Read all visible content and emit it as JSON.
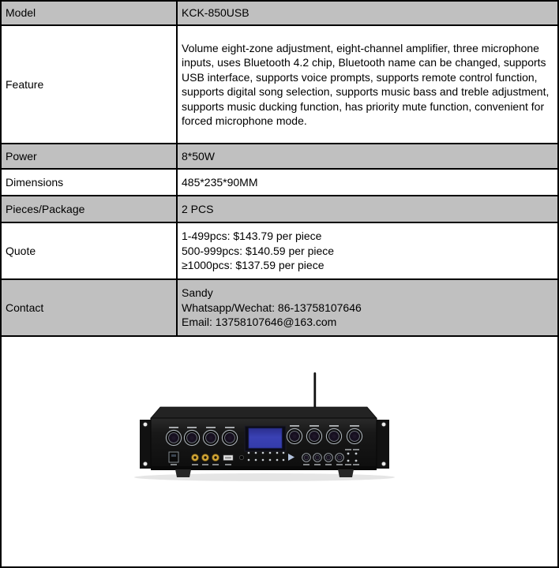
{
  "colors": {
    "row_gray": "#c0c0c0",
    "row_white": "#ffffff",
    "border_black": "#000000",
    "text_black": "#000000",
    "lcd_blue": "#3a41b4",
    "rca_gold": "#d2a636"
  },
  "spec_table": {
    "rows": [
      {
        "label": "Model",
        "value": "KCK-850USB"
      },
      {
        "label": "Feature",
        "value": "Volume eight-zone adjustment, eight-channel amplifier, three microphone inputs, uses Bluetooth 4.2 chip, Bluetooth name can be changed, supports USB interface, supports voice prompts, supports remote control function, supports digital song selection, supports music bass and treble adjustment, supports music ducking function, has priority mute function, convenient for forced microphone mode."
      },
      {
        "label": "Power",
        "value": "8*50W"
      },
      {
        "label": "Dimensions",
        "value": "485*235*90MM"
      },
      {
        "label": "Pieces/Package",
        "value": "2 PCS"
      },
      {
        "label": "Quote",
        "lines": [
          "1-499pcs: $143.79 per piece",
          "500-999pcs: $140.59 per piece",
          "≥1000pcs: $137.59 per piece"
        ]
      },
      {
        "label": "Contact",
        "lines": [
          "Sandy",
          "Whatsapp/Wechat: 86-13758107646",
          "Email: 13758107646@163.com"
        ]
      }
    ]
  },
  "product_image": {
    "name": "KCK-850USB eight-zone amplifier front panel photo"
  }
}
